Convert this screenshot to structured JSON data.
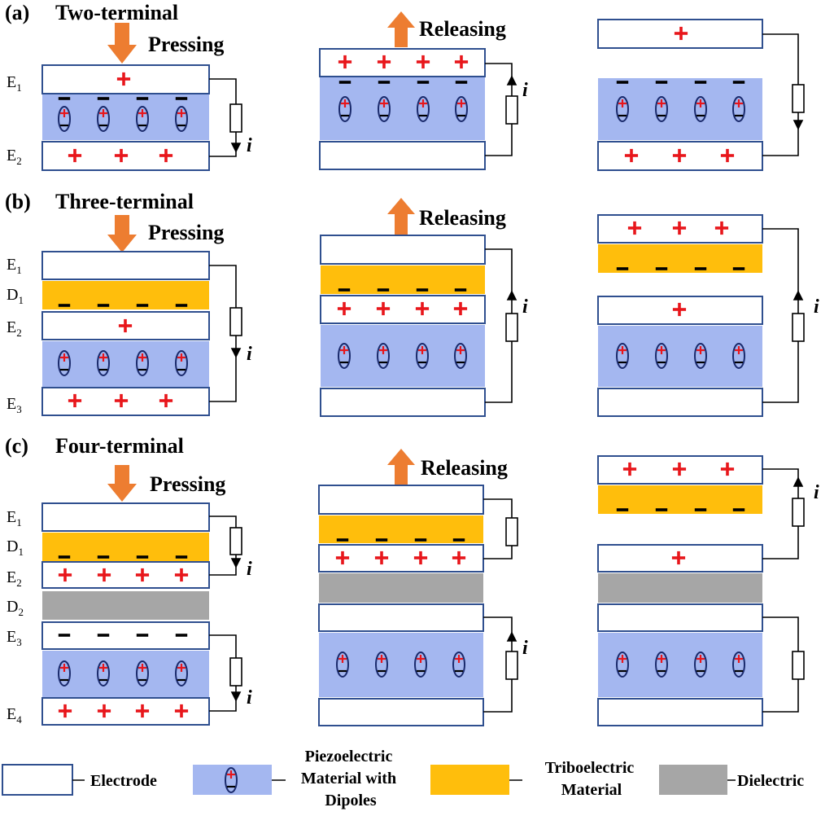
{
  "colors": {
    "electrode_fill": "#ffffff",
    "electrode_stroke": "#2f4f8f",
    "piezo": "#a4b7f0",
    "tribo": "#ffbe0c",
    "dielectric": "#a6a6a6",
    "arrow": "#ed7d31",
    "plus": "#e8161b",
    "minus": "#000000",
    "wire": "#000000"
  },
  "sections": {
    "a": {
      "label": "(a)",
      "title": "Two-terminal"
    },
    "b": {
      "label": "(b)",
      "title": "Three-terminal"
    },
    "c": {
      "label": "(c)",
      "title": "Four-terminal"
    }
  },
  "actions": {
    "pressing": "Pressing",
    "releasing": "Releasing"
  },
  "current_symbol": "i",
  "layers_a": {
    "e1_letter": "E",
    "e1_sub": "1",
    "e2_letter": "E",
    "e2_sub": "2"
  },
  "layers_b": {
    "e1_letter": "E",
    "e1_sub": "1",
    "d1_letter": "D",
    "d1_sub": "1",
    "e2_letter": "E",
    "e2_sub": "2",
    "e3_letter": "E",
    "e3_sub": "3"
  },
  "layers_c": {
    "e1_letter": "E",
    "e1_sub": "1",
    "d1_letter": "D",
    "d1_sub": "1",
    "e2_letter": "E",
    "e2_sub": "2",
    "d2_letter": "D",
    "d2_sub": "2",
    "e3_letter": "E",
    "e3_sub": "3",
    "e4_letter": "E",
    "e4_sub": "4"
  },
  "legend": {
    "electrode": "Electrode",
    "piezo_line1": "Piezoelectric",
    "piezo_line2": "Material with",
    "piezo_line3": "Dipoles",
    "tribo_line1": "Triboelectric",
    "tribo_line2": "Material",
    "dielectric": "Dielectric"
  }
}
